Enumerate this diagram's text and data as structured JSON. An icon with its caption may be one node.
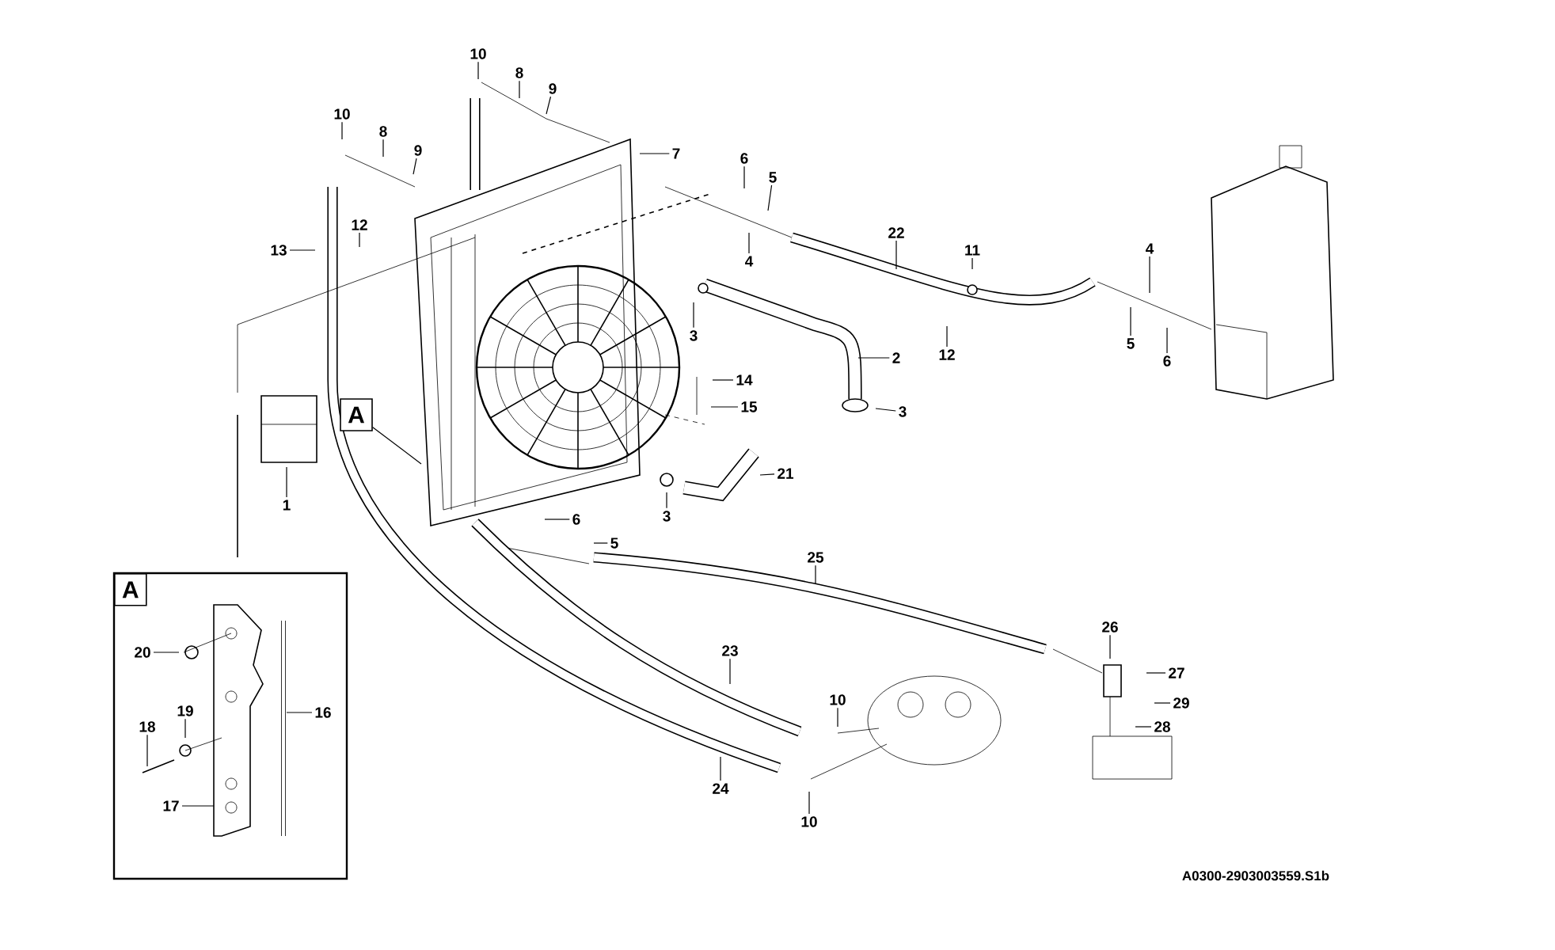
{
  "diagram": {
    "nodes": [
      {
        "text": [
          "10"
        ]
      },
      {
        "text": [
          "8"
        ]
      },
      {
        "text": [
          "9"
        ]
      },
      {
        "text": [
          "10"
        ]
      },
      {
        "text": [
          "8"
        ]
      },
      {
        "text": [
          "9"
        ]
      },
      {
        "text": [
          "7"
        ]
      },
      {
        "text": [
          "6"
        ]
      },
      {
        "text": [
          "5"
        ]
      },
      {
        "text": [
          "4"
        ]
      },
      {
        "text": [
          "12"
        ]
      },
      {
        "text": [
          "13"
        ]
      },
      {
        "text": [
          "3"
        ]
      },
      {
        "text": [
          "22"
        ]
      },
      {
        "text": [
          "11"
        ]
      },
      {
        "text": [
          "12"
        ]
      },
      {
        "text": [
          "2"
        ]
      },
      {
        "text": [
          "3"
        ]
      },
      {
        "text": [
          "4"
        ]
      },
      {
        "text": [
          "5"
        ]
      },
      {
        "text": [
          "6"
        ]
      },
      {
        "text": [
          "14"
        ]
      },
      {
        "text": [
          "15"
        ]
      },
      {
        "text": [
          "A"
        ]
      },
      {
        "text": [
          "1"
        ]
      },
      {
        "text": [
          "21"
        ]
      },
      {
        "text": [
          "3"
        ]
      },
      {
        "text": [
          "6"
        ]
      },
      {
        "text": [
          "5"
        ]
      },
      {
        "text": [
          "25"
        ]
      },
      {
        "text": [
          "23"
        ]
      },
      {
        "text": [
          "26"
        ]
      },
      {
        "text": [
          "27"
        ]
      },
      {
        "text": [
          "29"
        ]
      },
      {
        "text": [
          "28"
        ]
      },
      {
        "text": [
          "10"
        ]
      },
      {
        "text": [
          "24"
        ]
      },
      {
        "text": [
          "10"
        ]
      },
      {
        "text": [
          "A"
        ]
      },
      {
        "text": [
          "20"
        ],
        "in": 38
      },
      {
        "text": [
          "19"
        ],
        "in": 38
      },
      {
        "text": [
          "18"
        ],
        "in": 38
      },
      {
        "text": [
          "16"
        ],
        "in": 38
      },
      {
        "text": [
          "17"
        ],
        "in": 38
      }
    ],
    "edges": [
      {
        "from": 0,
        "to": null,
        "arrow": "none"
      },
      {
        "from": 1,
        "to": null,
        "arrow": "none"
      },
      {
        "from": 2,
        "to": null,
        "arrow": "none"
      },
      {
        "from": 3,
        "to": null,
        "arrow": "none"
      },
      {
        "from": 4,
        "to": null,
        "arrow": "none"
      },
      {
        "from": 5,
        "to": null,
        "arrow": "none"
      },
      {
        "from": 6,
        "to": null,
        "arrow": "none"
      },
      {
        "from": 7,
        "to": null,
        "arrow": "none"
      },
      {
        "from": 8,
        "to": null,
        "arrow": "none"
      },
      {
        "from": 9,
        "to": null,
        "arrow": "none"
      },
      {
        "from": 10,
        "to": null,
        "arrow": "none"
      },
      {
        "from": 11,
        "to": null,
        "arrow": "none"
      },
      {
        "from": 12,
        "to": null,
        "arrow": "none"
      },
      {
        "from": 13,
        "to": null,
        "arrow": "none"
      },
      {
        "from": 14,
        "to": null,
        "arrow": "none"
      },
      {
        "from": 15,
        "to": null,
        "arrow": "none"
      },
      {
        "from": 16,
        "to": null,
        "arrow": "none"
      },
      {
        "from": 17,
        "to": null,
        "arrow": "none"
      },
      {
        "from": 18,
        "to": null,
        "arrow": "none"
      },
      {
        "from": 19,
        "to": null,
        "arrow": "none"
      },
      {
        "from": 20,
        "to": null,
        "arrow": "none"
      },
      {
        "from": 21,
        "to": null,
        "arrow": "none"
      },
      {
        "from": 22,
        "to": null,
        "arrow": "none"
      },
      {
        "from": 23,
        "to": null,
        "arrow": "none"
      },
      {
        "from": 24,
        "to": null,
        "arrow": "none"
      },
      {
        "from": 25,
        "to": null,
        "arrow": "none"
      },
      {
        "from": 26,
        "to": null,
        "arrow": "none"
      },
      {
        "from": 27,
        "to": null,
        "arrow": "none"
      },
      {
        "from": 28,
        "to": null,
        "arrow": "none"
      },
      {
        "from": 29,
        "to": null,
        "arrow": "none"
      },
      {
        "from": 30,
        "to": null,
        "arrow": "none"
      },
      {
        "from": 31,
        "to": null,
        "arrow": "none"
      },
      {
        "from": 32,
        "to": null,
        "arrow": "none"
      },
      {
        "from": 33,
        "to": null,
        "arrow": "none"
      },
      {
        "from": 34,
        "to": null,
        "arrow": "none"
      },
      {
        "from": 35,
        "to": null,
        "arrow": "none"
      },
      {
        "from": 36,
        "to": null,
        "arrow": "none"
      },
      {
        "from": 37,
        "to": null,
        "arrow": "none"
      },
      {
        "from": 39,
        "to": null,
        "arrow": "none"
      },
      {
        "from": 40,
        "to": null,
        "arrow": "none"
      },
      {
        "from": 41,
        "to": null,
        "arrow": "none"
      },
      {
        "from": 42,
        "to": null,
        "arrow": "none"
      },
      {
        "from": 43,
        "to": null,
        "arrow": "none"
      }
    ],
    "labels": [
      "A0300-2903003559.S1b"
    ]
  }
}
